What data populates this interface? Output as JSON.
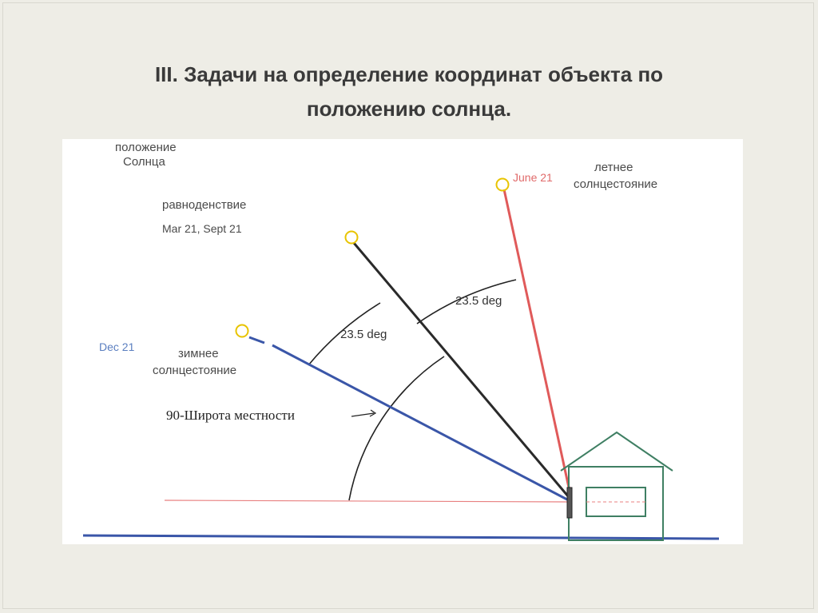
{
  "slide": {
    "title_line1": "III. Задачи на определение координат объекта по",
    "title_line2": "положению солнца."
  },
  "diagram": {
    "sun_position_line1": "положение",
    "sun_position_line2": "Солнца",
    "equinox_label": "равноденствие",
    "equinox_dates": "Mar 21, Sept 21",
    "summer_date": "June 21",
    "summer_label_line1": "летнее",
    "summer_label_line2": "солнцестояние",
    "winter_date": "Dec 21",
    "winter_label_line1": "зимнее",
    "winter_label_line2": "солнцестояние",
    "angle_upper": "23.5 deg",
    "angle_lower": "23.5 deg",
    "latitude_label": "90-Широта местности"
  },
  "colors": {
    "summer_ray": "#e05a5a",
    "equinox_ray": "#2a2a2a",
    "winter_ray": "#3a56a8",
    "ground": "#3a56a8",
    "house": "#3f7f63",
    "sun": "#e8c400"
  }
}
